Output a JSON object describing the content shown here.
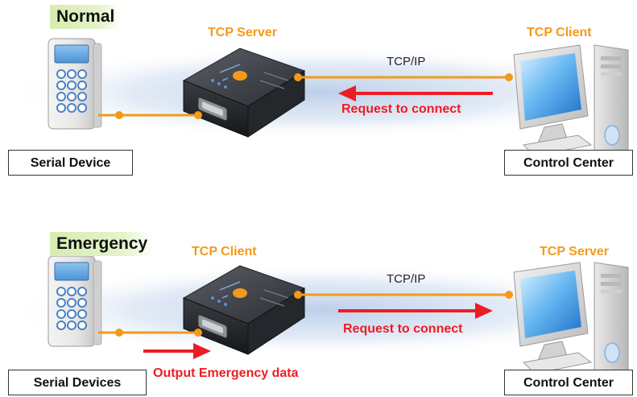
{
  "normal": {
    "title": "Normal",
    "server_role": "TCP Server",
    "client_role": "TCP Client",
    "protocol": "TCP/IP",
    "request_label": "Request to connect",
    "device_label": "Serial Device",
    "center_label": "Control Center"
  },
  "emergency": {
    "title": "Emergency",
    "device_role": "TCP Client",
    "center_role": "TCP Server",
    "protocol": "TCP/IP",
    "request_label": "Request to connect",
    "output_label": "Output Emergency data",
    "device_label": "Serial Devices",
    "center_label": "Control Center"
  },
  "colors": {
    "accent_orange": "#f39a1a",
    "arrow_red": "#ee1c24",
    "glow_blue": "#c8d8ee",
    "title_green": "#d6ecb2"
  }
}
